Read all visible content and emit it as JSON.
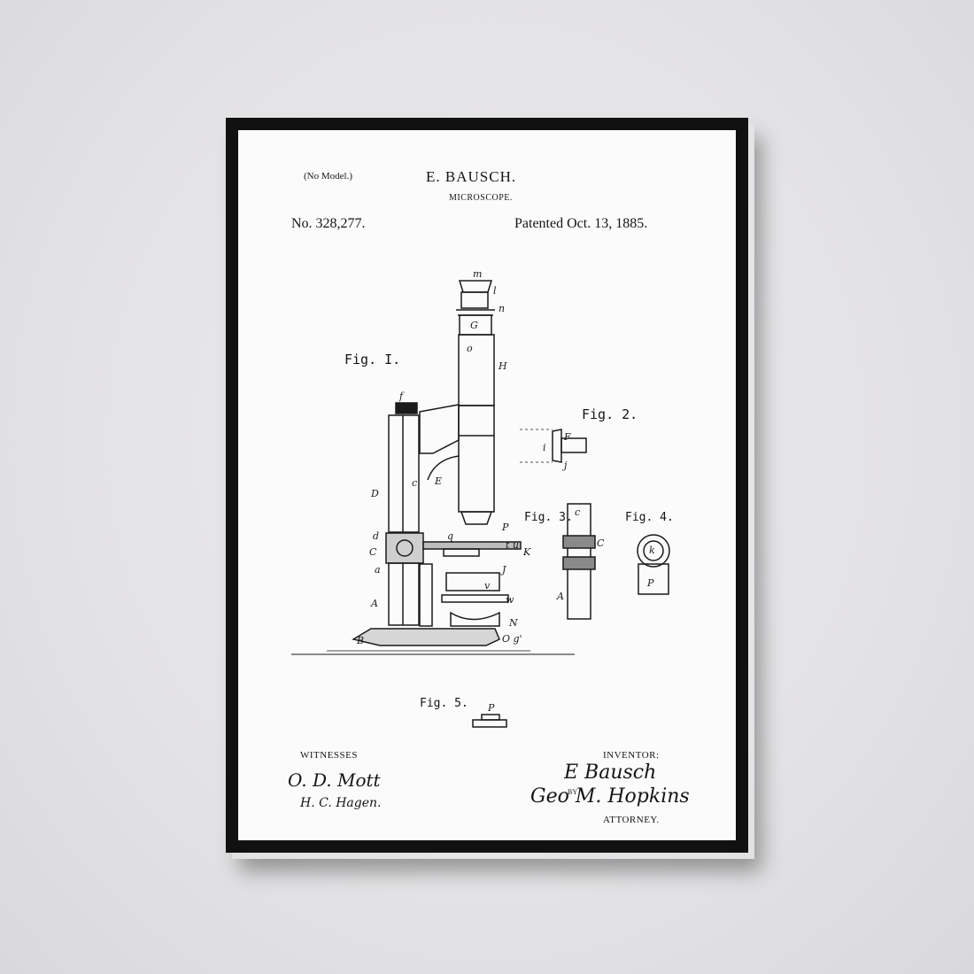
{
  "patent": {
    "no_model": "(No Model.)",
    "inventor_name": "E. BAUSCH.",
    "title": "MICROSCOPE.",
    "number": "No. 328,277.",
    "patented": "Patented Oct. 13, 1885."
  },
  "figures": {
    "fig1": "Fig. I.",
    "fig2": "Fig. 2.",
    "fig3": "Fig. 3.",
    "fig4": "Fig. 4.",
    "fig5": "Fig. 5."
  },
  "signatures": {
    "witnesses_heading": "WITNESSES",
    "witness1": "O. D. Mott",
    "witness2": "H. C. Hagen.",
    "inventor_heading": "INVENTOR:",
    "inventor_sig": "E Bausch",
    "by": "BY",
    "attorney_sig": "Geo M. Hopkins",
    "attorney_heading": "ATTORNEY."
  },
  "colors": {
    "wall": "#e6e5e7",
    "frame": "#111111",
    "paper": "#fbfbfb",
    "ink": "#151515"
  }
}
